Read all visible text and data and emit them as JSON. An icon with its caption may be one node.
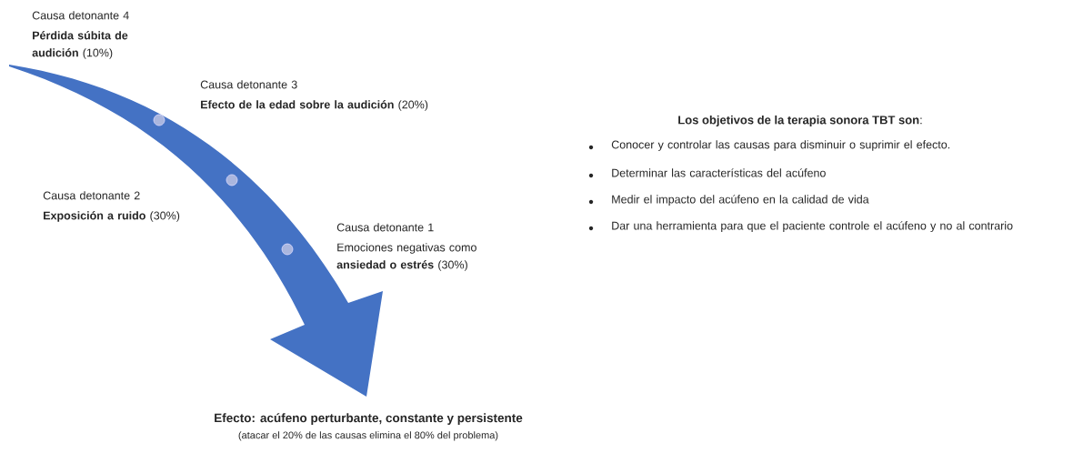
{
  "diagram": {
    "nodes": [
      {
        "text": [
          "Causa detonante 4",
          "**Pérdida súbita de audición** (10%)"
        ]
      },
      {
        "text": [
          "Causa detonante 3",
          "**Efecto de la edad sobre la audición** (20%)"
        ]
      },
      {
        "text": [
          "Causa detonante 2",
          "**Exposición a ruido** (30%)"
        ]
      },
      {
        "text": [
          "Causa detonante 1",
          "Emociones negativas como **ansiedad o estrés** (30%)"
        ]
      },
      {
        "text": [
          "Efecto: acúfeno perturbante, constante y persistente",
          "(atacar el 20% de las causas elimina el 80% del problema)"
        ]
      }
    ],
    "edges": [
      {
        "from": null,
        "to": 4,
        "arrow": "to",
        "style": "thick"
      }
    ],
    "labels": [
      "**Los objetivos de la terapia sonora TBT son**:",
      "Conocer y controlar las causas para disminuir o suprimir el efecto.",
      "Determinar las características del acúfeno",
      "Medir el impacto del acúfeno en la calidad de vida",
      "Dar una herramienta para que el paciente controle el acúfeno y no al contrario"
    ]
  }
}
